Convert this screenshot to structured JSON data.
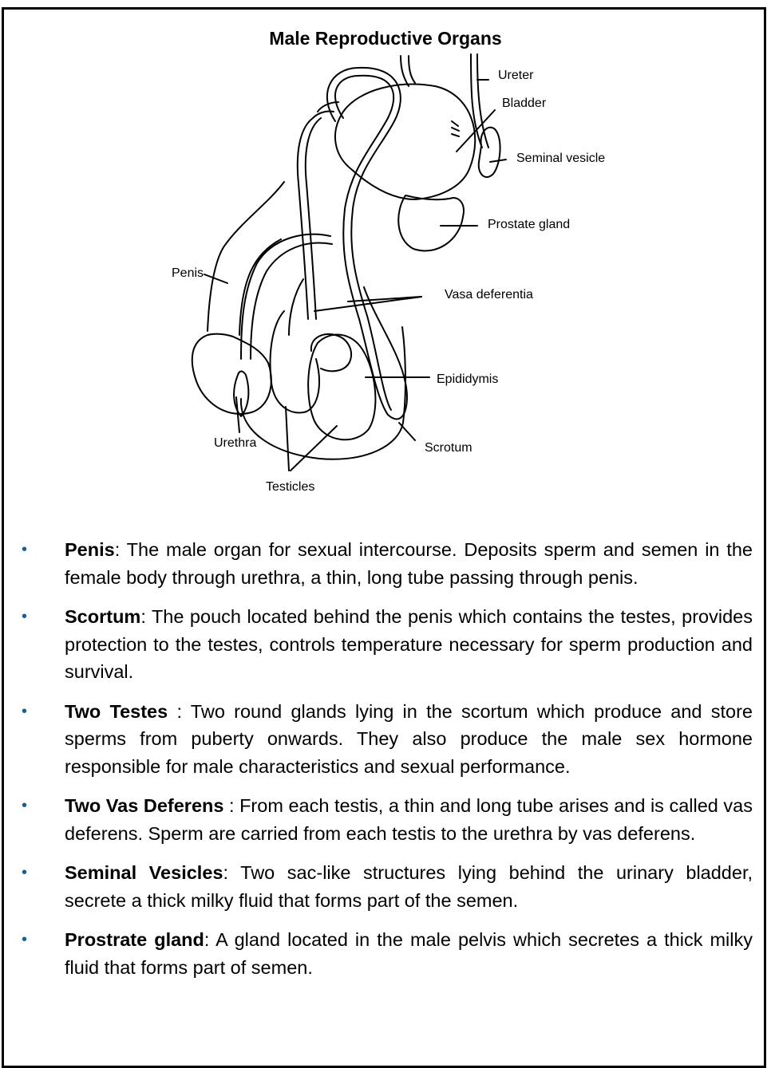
{
  "title": "Male Reproductive Organs",
  "labels": {
    "ureter": "Ureter",
    "bladder": "Bladder",
    "seminal_vesicle": "Seminal vesicle",
    "prostate_gland": "Prostate gland",
    "penis": "Penis",
    "vasa_deferentia": "Vasa deferentia",
    "epididymis": "Epididymis",
    "urethra": "Urethra",
    "scrotum": "Scrotum",
    "testicles": "Testicles"
  },
  "bullets": [
    {
      "term": "Penis",
      "sep": ":  ",
      "desc": "The male organ for sexual intercourse.  Deposits sperm and semen in the female body through urethra, a thin, long tube passing through penis."
    },
    {
      "term": "Scortum",
      "sep": ":  ",
      "desc": "The pouch located behind the penis which contains the testes, provides protection to the testes, controls temperature necessary for sperm production and survival."
    },
    {
      "term": "Two Testes",
      "sep": " :  ",
      "desc": "Two round glands lying in the scortum which produce and store sperms from puberty onwards.  They also produce the male sex hormone responsible for male characteristics and sexual performance."
    },
    {
      "term": "Two Vas Deferens",
      "sep": " :  ",
      "desc": "From each testis, a thin and long tube arises and is called vas deferens.  Sperm are carried from each testis to the urethra by vas deferens."
    },
    {
      "term": "Seminal Vesicles",
      "sep": ":  ",
      "desc": "Two sac-like structures lying behind the urinary bladder, secrete a thick milky fluid that forms part of the semen."
    },
    {
      "term": "Prostrate gland",
      "sep": ":  ",
      "desc": "A gland located in the male pelvis which secretes a thick milky fluid that forms part of semen."
    }
  ]
}
